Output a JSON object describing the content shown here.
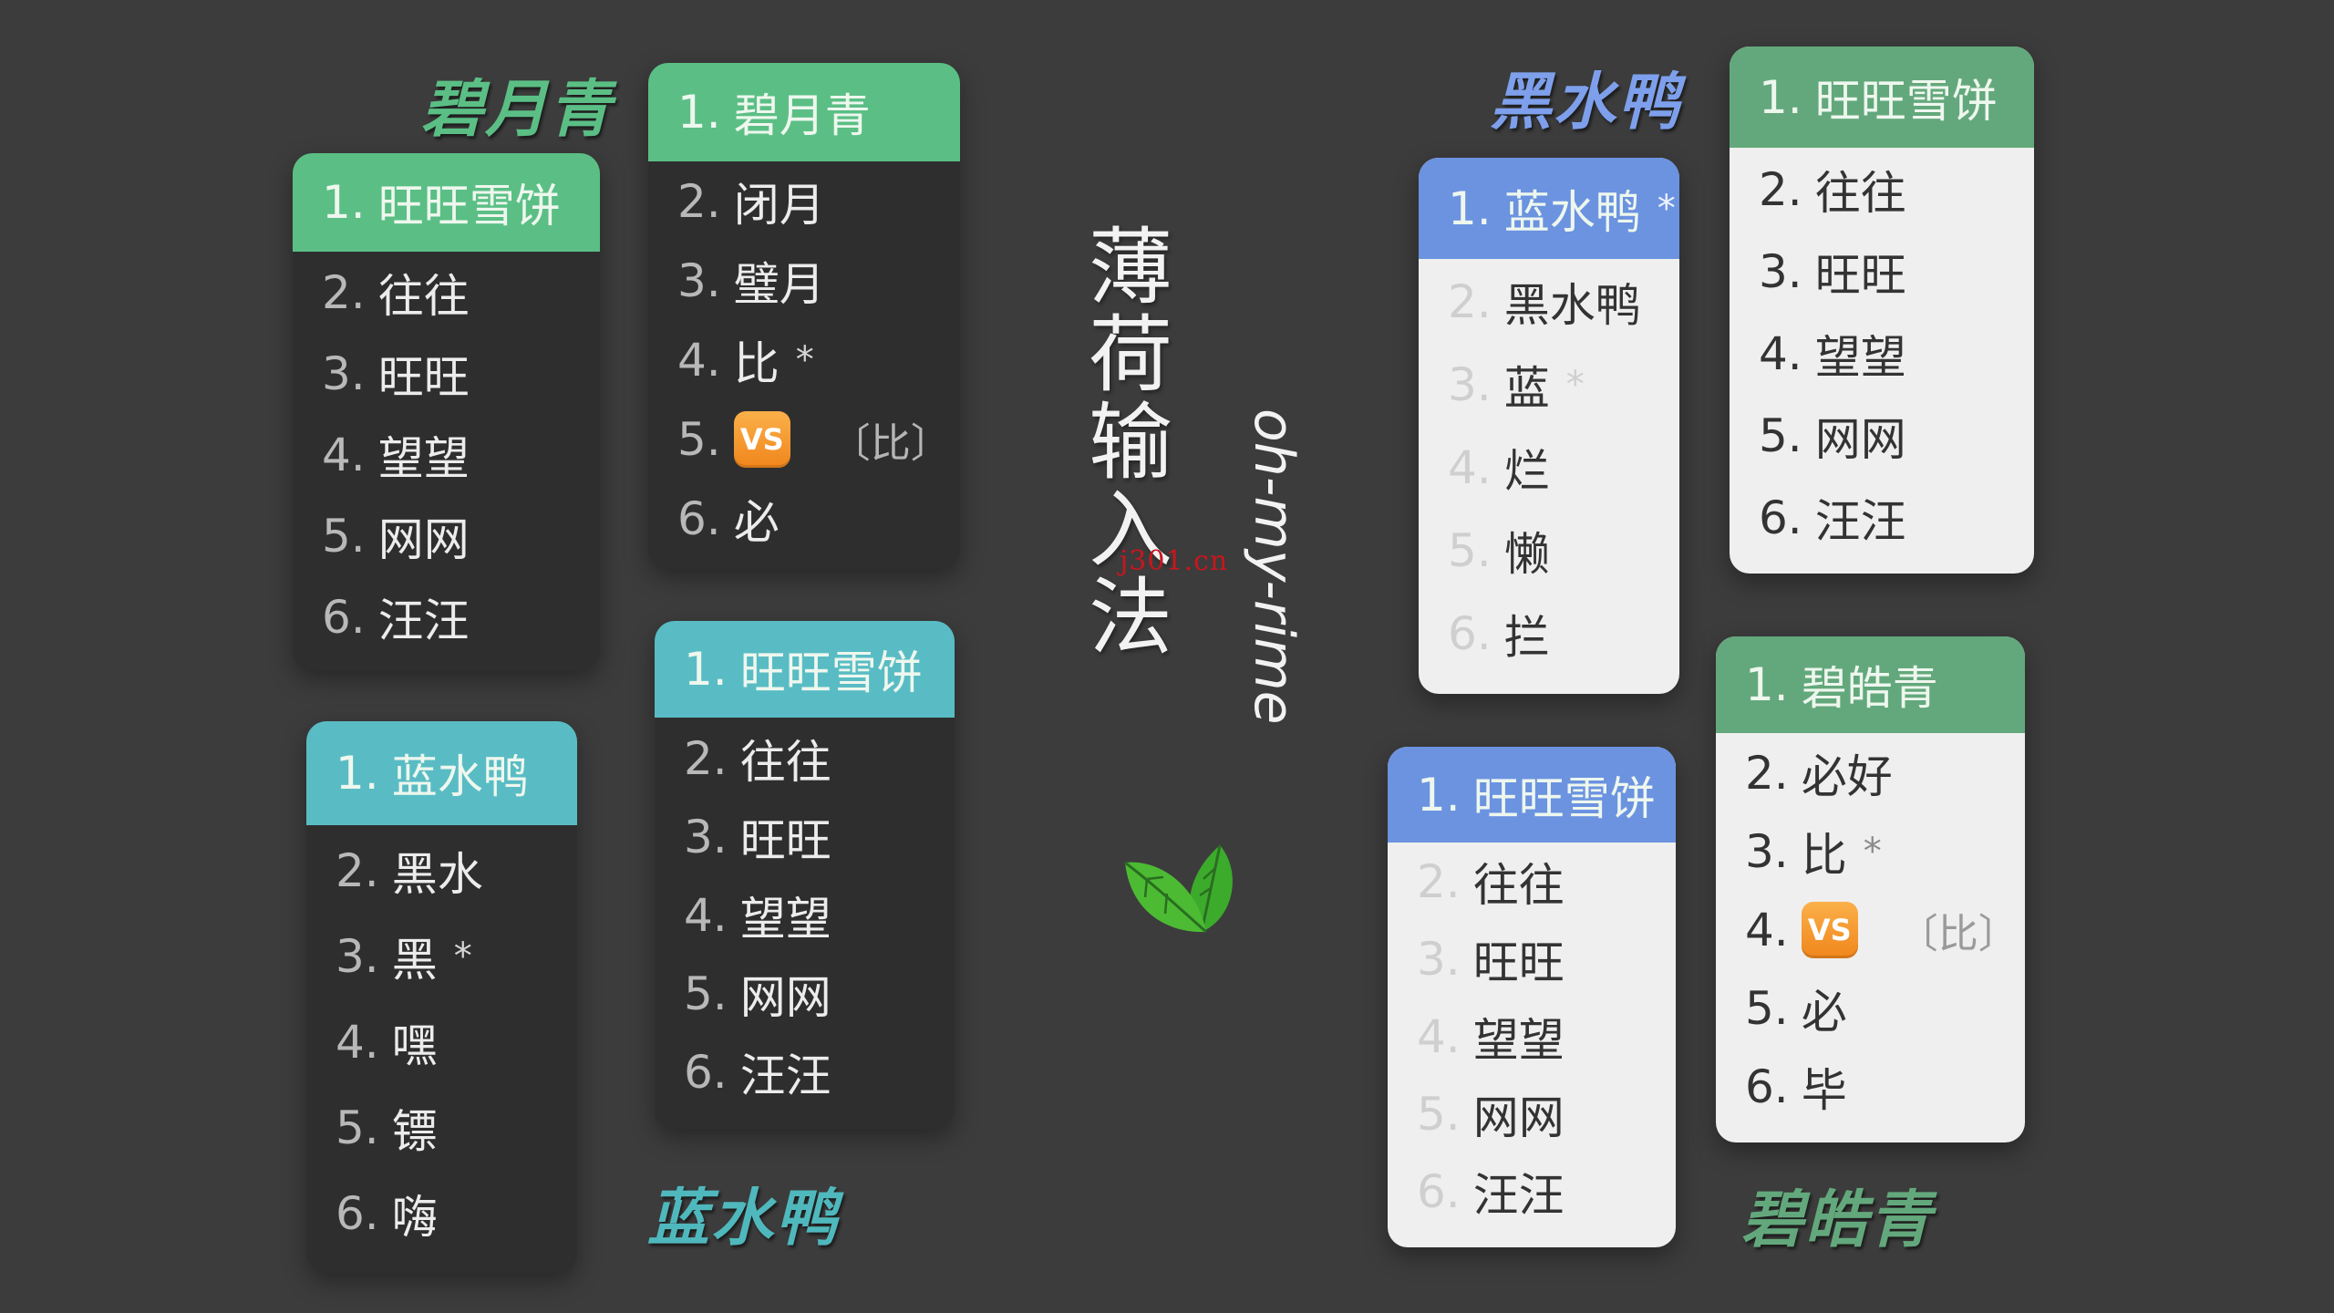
{
  "colors": {
    "background": "#3c3c3c",
    "dark_panel": "#2e2e2e",
    "light_panel": "#efefef",
    "green": "#5bbf85",
    "green_muted": "#63a87c",
    "teal": "#59bcc4",
    "blue": "#6b93e0"
  },
  "center": {
    "title_chars": [
      "薄",
      "荷",
      "输",
      "入",
      "法"
    ],
    "subtitle": "oh-my-rime",
    "leaf_icon": "mint-leaf-icon",
    "watermark": "j301.cn"
  },
  "titles": {
    "bi_yue_qing": "碧月青",
    "hei_shui_ya": "黑水鸭",
    "lan_shui_ya": "蓝水鸭",
    "bi_hao_qing": "碧皓青"
  },
  "panels": {
    "a": {
      "theme": "碧月青",
      "highlight": {
        "index": "1.",
        "text": "旺旺雪饼"
      },
      "rows": [
        {
          "index": "2.",
          "text": "往往"
        },
        {
          "index": "3.",
          "text": "旺旺"
        },
        {
          "index": "4.",
          "text": "望望"
        },
        {
          "index": "5.",
          "text": "网网"
        },
        {
          "index": "6.",
          "text": "汪汪"
        }
      ]
    },
    "b": {
      "theme": "碧月青",
      "highlight": {
        "index": "1.",
        "text": "碧月青"
      },
      "rows": [
        {
          "index": "2.",
          "text": "闭月"
        },
        {
          "index": "3.",
          "text": "璧月"
        },
        {
          "index": "4.",
          "text": "比",
          "mark": "*"
        },
        {
          "index": "5.",
          "emoji": "VS",
          "comment": "〔比〕"
        },
        {
          "index": "6.",
          "text": "必"
        }
      ]
    },
    "c": {
      "theme": "蓝水鸭",
      "highlight": {
        "index": "1.",
        "text": "蓝水鸭"
      },
      "rows": [
        {
          "index": "2.",
          "text": "黑水"
        },
        {
          "index": "3.",
          "text": "黑",
          "mark": "*"
        },
        {
          "index": "4.",
          "text": "嘿"
        },
        {
          "index": "5.",
          "text": "镖"
        },
        {
          "index": "6.",
          "text": "嗨"
        }
      ]
    },
    "d": {
      "theme": "蓝水鸭",
      "highlight": {
        "index": "1.",
        "text": "旺旺雪饼"
      },
      "rows": [
        {
          "index": "2.",
          "text": "往往"
        },
        {
          "index": "3.",
          "text": "旺旺"
        },
        {
          "index": "4.",
          "text": "望望"
        },
        {
          "index": "5.",
          "text": "网网"
        },
        {
          "index": "6.",
          "text": "汪汪"
        }
      ]
    },
    "e": {
      "theme": "黑水鸭",
      "highlight": {
        "index": "1.",
        "text": "蓝水鸭",
        "mark": "*"
      },
      "rows": [
        {
          "index": "2.",
          "text": "黑水鸭"
        },
        {
          "index": "3.",
          "text": "蓝",
          "mark": "*"
        },
        {
          "index": "4.",
          "text": "烂"
        },
        {
          "index": "5.",
          "text": "懒"
        },
        {
          "index": "6.",
          "text": "拦"
        }
      ]
    },
    "f": {
      "theme": "碧皓青",
      "highlight": {
        "index": "1.",
        "text": "旺旺雪饼"
      },
      "rows": [
        {
          "index": "2.",
          "text": "往往"
        },
        {
          "index": "3.",
          "text": "旺旺"
        },
        {
          "index": "4.",
          "text": "望望"
        },
        {
          "index": "5.",
          "text": "网网"
        },
        {
          "index": "6.",
          "text": "汪汪"
        }
      ]
    },
    "g": {
      "theme": "黑水鸭",
      "highlight": {
        "index": "1.",
        "text": "旺旺雪饼"
      },
      "rows": [
        {
          "index": "2.",
          "text": "往往"
        },
        {
          "index": "3.",
          "text": "旺旺"
        },
        {
          "index": "4.",
          "text": "望望"
        },
        {
          "index": "5.",
          "text": "网网"
        },
        {
          "index": "6.",
          "text": "汪汪"
        }
      ]
    },
    "h": {
      "theme": "碧皓青",
      "highlight": {
        "index": "1.",
        "text": "碧皓青"
      },
      "rows": [
        {
          "index": "2.",
          "text": "必好"
        },
        {
          "index": "3.",
          "text": "比",
          "mark": "*"
        },
        {
          "index": "4.",
          "emoji": "VS",
          "comment": "〔比〕"
        },
        {
          "index": "5.",
          "text": "必"
        },
        {
          "index": "6.",
          "text": "毕"
        }
      ]
    }
  }
}
